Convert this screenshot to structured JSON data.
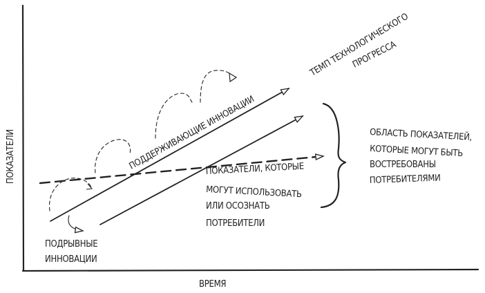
{
  "axes": {
    "y_label": "ПОКАЗАТЕЛИ",
    "x_label": "ВРЕМЯ"
  },
  "labels": {
    "tech_progress": [
      "ТЕМП ТЕХНОЛОГИЧЕСКОГО",
      "ПРОГРЕССА"
    ],
    "sustaining": "ПОДДЕРЖИВАЮЩИЕ ИННОВАЦИИ",
    "customer_demand_area": [
      "ОБЛАСТЬ ПОКАЗАТЕЛЕЙ,",
      "КОТОРЫЕ МОГУТ БЫТЬ",
      "ВОСТРЕБОВАНЫ",
      "ПОТРЕБИТЕЛЯМИ"
    ],
    "customer_usable": [
      "ПОКАЗАТЕЛИ, КОТОРЫЕ",
      "МОГУТ ИСПОЛЬЗОВАТЬ",
      "ИЛИ ОСОЗНАТЬ",
      "ПОТРЕБИТЕЛИ"
    ],
    "disruptive": [
      "ПОДРЫВНЫЕ",
      "ИННОВАЦИИ"
    ]
  },
  "colors": {
    "ink": "#222222",
    "background": "#ffffff"
  }
}
